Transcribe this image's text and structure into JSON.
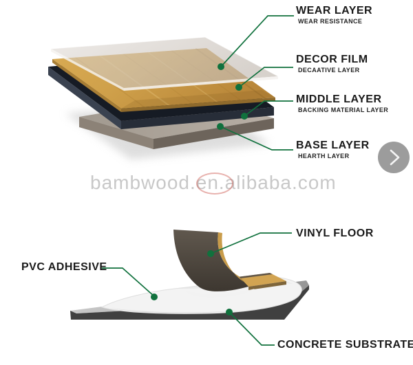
{
  "watermark": {
    "text": "bambwood.en.alibaba.com"
  },
  "carousel": {
    "next_icon": "chevron-right"
  },
  "colors": {
    "accent_green": "#10713d",
    "label_text": "#1a1a1a",
    "watermark_gray": "#c8c8c8",
    "button_gray": "#9c9c9c",
    "wood": "#cfa04a",
    "middle_slab": "#2c3340",
    "base_slab": "#a59c92",
    "concrete": "#404040"
  },
  "top_diagram": {
    "labels": [
      {
        "title": "WEAR LAYER",
        "subtitle": "WEAR RESISTANCE"
      },
      {
        "title": "DECOR FILM",
        "subtitle": "DECAATIVE LAYER"
      },
      {
        "title": "MIDDLE LAYER",
        "subtitle": "BACKING MATERIAL LAYER"
      },
      {
        "title": "BASE LAYER",
        "subtitle": "HEARTH LAYER"
      }
    ]
  },
  "bottom_diagram": {
    "labels": [
      {
        "title": "VINYL FLOOR"
      },
      {
        "title": "PVC ADHESIVE"
      },
      {
        "title": "CONCRETE SUBSTRATE"
      }
    ]
  }
}
